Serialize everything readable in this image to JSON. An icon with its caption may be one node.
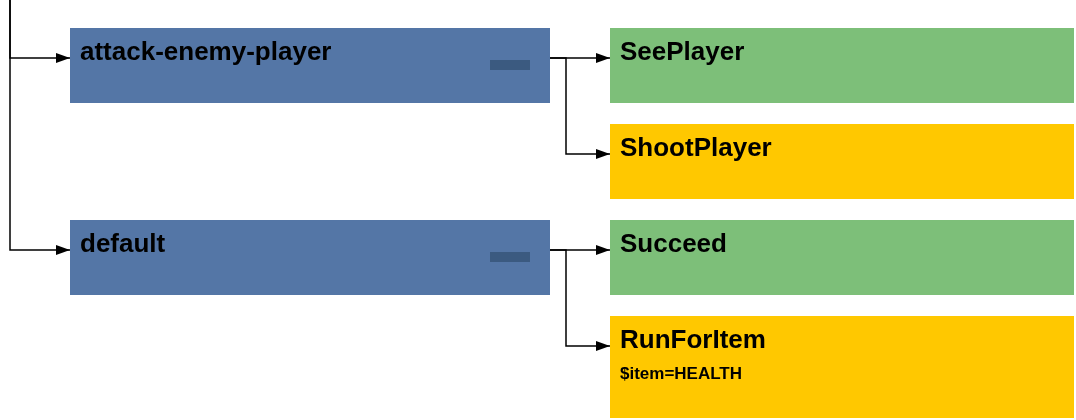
{
  "diagram": {
    "nodes": [
      {
        "text": [
          "attack-enemy-player"
        ]
      },
      {
        "text": [
          "SeePlayer"
        ]
      },
      {
        "text": [
          "ShootPlayer"
        ]
      },
      {
        "text": [
          "default"
        ]
      },
      {
        "text": [
          "Succeed"
        ]
      },
      {
        "text": [
          "RunForItem",
          "$item=HEALTH"
        ]
      }
    ],
    "edges": [
      {
        "from": null,
        "to": 0,
        "arrow": "to"
      },
      {
        "from": null,
        "to": 3,
        "arrow": "to"
      },
      {
        "from": 0,
        "to": 1,
        "arrow": "to"
      },
      {
        "from": 0,
        "to": 2,
        "arrow": "to"
      },
      {
        "from": 3,
        "to": 4,
        "arrow": "to"
      },
      {
        "from": 3,
        "to": 5,
        "arrow": "to"
      }
    ]
  }
}
